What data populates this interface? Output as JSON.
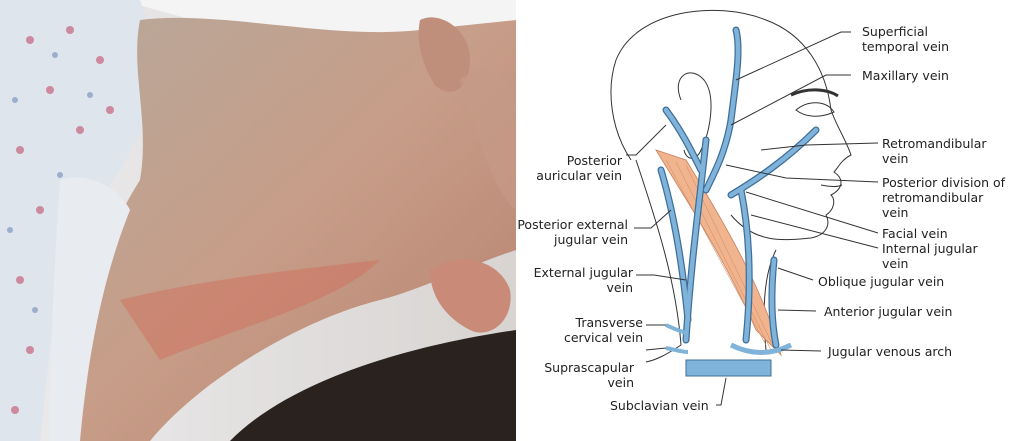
{
  "diagram": {
    "labels": {
      "superficial_temporal": "Superficial\ntemporal vein",
      "maxillary": "Maxillary vein",
      "retromandibular": "Retromandibular\nvein",
      "posterior_division": "Posterior division of\nretromandibular\nvein",
      "facial": "Facial vein",
      "internal_jugular": "Internal jugular\nvein",
      "oblique_jugular": "Oblique jugular vein",
      "anterior_jugular": "Anterior jugular vein",
      "jugular_venous_arch": "Jugular venous arch",
      "posterior_auricular": "Posterior\nauricular vein",
      "posterior_external_jugular": "Posterior external\njugular vein",
      "external_jugular": "External jugular\nvein",
      "transverse_cervical": "Transverse\ncervical vein",
      "suprascapular": "Suprascapular\nvein",
      "subclavian": "Subclavian vein"
    }
  },
  "colors": {
    "vein": "#7fb3d9",
    "vein_outline": "#3f6f99",
    "muscle": "#f0b48e",
    "skin_photo": "#c99a84",
    "gown": "#dde6ee"
  }
}
